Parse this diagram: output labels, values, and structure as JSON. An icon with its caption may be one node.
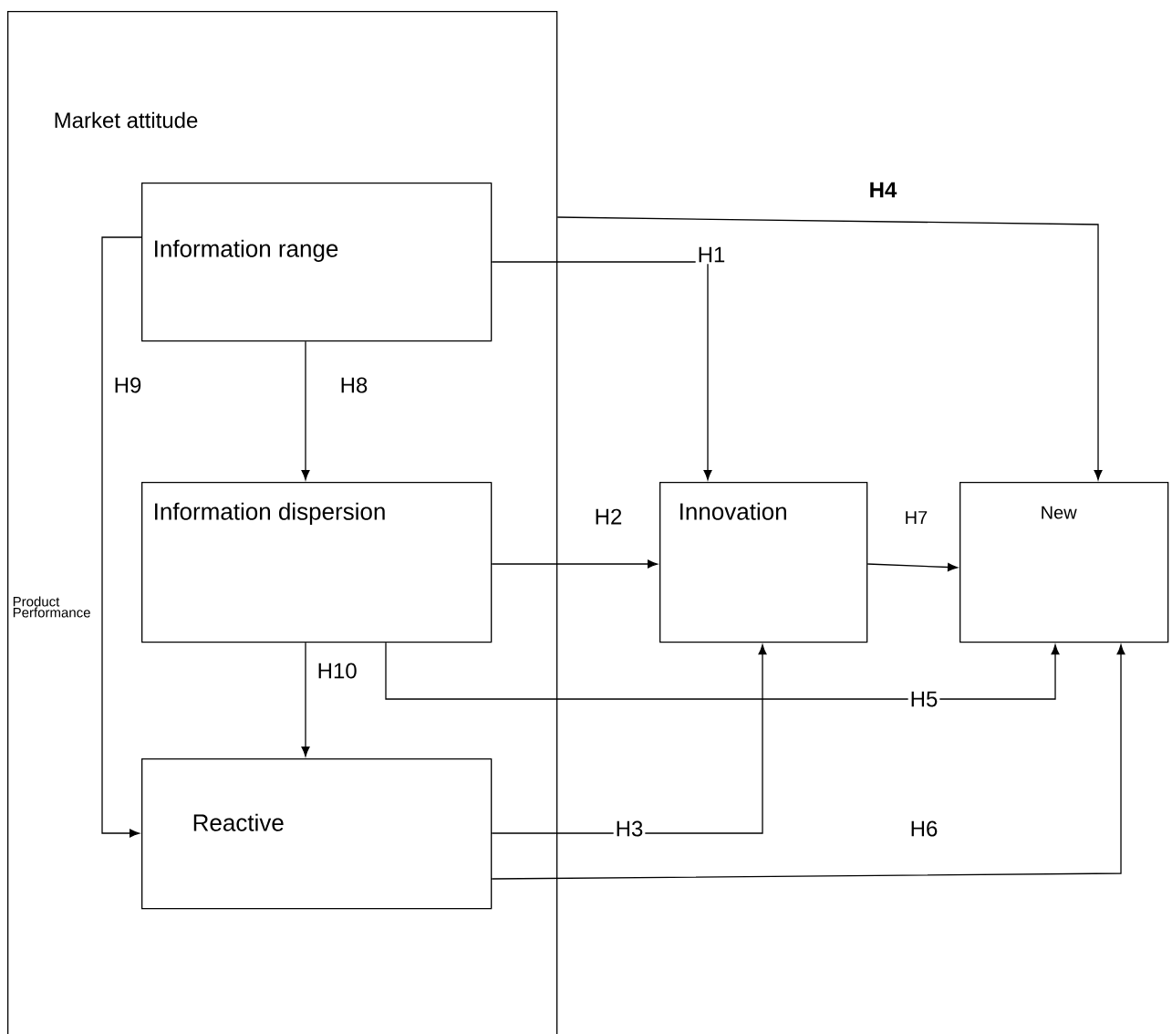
{
  "diagram": {
    "nodes": [
      {
        "text": [
          "Market attitude"
        ]
      },
      {
        "text": [
          "Information range"
        ],
        "in": 0
      },
      {
        "text": [
          "Information dispersion"
        ],
        "in": 0
      },
      {
        "text": [
          "Reactive"
        ],
        "in": 0
      },
      {
        "text": [
          "Innovation"
        ]
      },
      {
        "text": [
          "New"
        ]
      }
    ],
    "edges": [
      {
        "from": 1,
        "to": 4,
        "arrow": "to",
        "label": "H1"
      },
      {
        "from": 2,
        "to": 4,
        "arrow": "to",
        "label": "H2"
      },
      {
        "from": 3,
        "to": 4,
        "arrow": "to",
        "label": "H3"
      },
      {
        "from": 0,
        "to": 5,
        "arrow": "to",
        "label": "H4"
      },
      {
        "from": 2,
        "to": 5,
        "arrow": "to",
        "label": "H5"
      },
      {
        "from": 3,
        "to": 5,
        "arrow": "to",
        "label": "H6"
      },
      {
        "from": 4,
        "to": 5,
        "arrow": "to",
        "label": "H7"
      },
      {
        "from": 1,
        "to": 2,
        "arrow": "to",
        "label": "H8"
      },
      {
        "from": 1,
        "to": 3,
        "arrow": "to",
        "label": "H9"
      },
      {
        "from": 2,
        "to": 3,
        "arrow": "to",
        "label": "H10"
      }
    ],
    "labels": [
      "Product Performance"
    ]
  }
}
